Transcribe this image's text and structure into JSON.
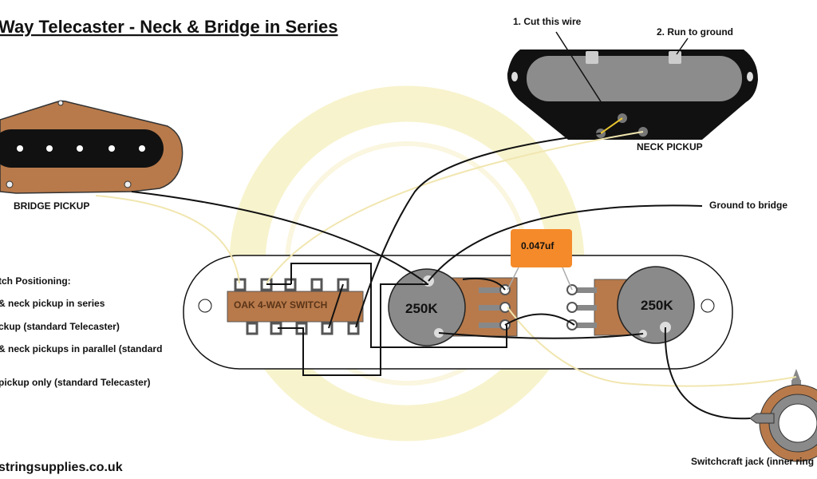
{
  "title": "Way Telecaster - Neck & Bridge in Series",
  "neck_pickup": {
    "label": "NECK PICKUP",
    "note_cut": "1. Cut this wire",
    "note_ground": "2. Run to ground"
  },
  "bridge_pickup": {
    "label": "BRIDGE PICKUP"
  },
  "ground_note": "Ground to bridge",
  "capacitor": {
    "label": "0.047uf"
  },
  "switch": {
    "label": "OAK 4-WAY SWITCH"
  },
  "pots": [
    {
      "label": "250K"
    },
    {
      "label": "250K"
    }
  ],
  "jack": {
    "label": "Switchcraft jack (inner ring"
  },
  "legend": {
    "heading": "tch Positioning:",
    "items": [
      "& neck pickup in series",
      "ckup (standard Telecaster)",
      "& neck pickups in parallel (standard",
      "pickup only (standard Telecaster)"
    ]
  },
  "website": "stringsupplies.co.uk",
  "colors": {
    "wood": "#b87a4b",
    "capacitor": "#f58a2a",
    "pot": "#8a8a8a",
    "watermark": "#f7f2c8",
    "hot_wire": "#f1e6b0"
  }
}
